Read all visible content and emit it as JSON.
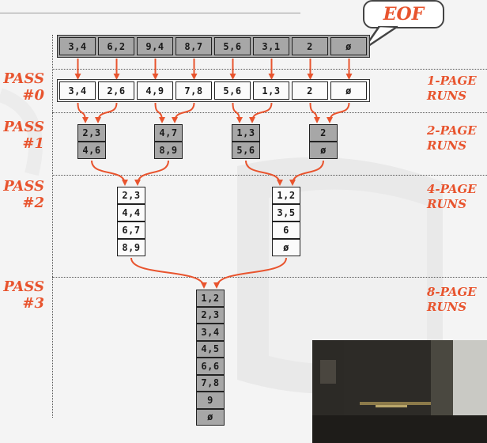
{
  "bubble": {
    "text": "EOF"
  },
  "left_labels": [
    {
      "line1": "PASS",
      "line2": "#0"
    },
    {
      "line1": "PASS",
      "line2": "#1"
    },
    {
      "line1": "PASS",
      "line2": "#2"
    },
    {
      "line1": "PASS",
      "line2": "#3"
    }
  ],
  "right_labels": [
    {
      "line1": "1-PAGE",
      "line2": "RUNS"
    },
    {
      "line1": "2-PAGE",
      "line2": "RUNS"
    },
    {
      "line1": "4-PAGE",
      "line2": "RUNS"
    },
    {
      "line1": "8-PAGE",
      "line2": "RUNS"
    }
  ],
  "input_file": [
    "3,4",
    "6,2",
    "9,4",
    "8,7",
    "5,6",
    "3,1",
    "2",
    "ø"
  ],
  "pass0_runs": [
    "3,4",
    "2,6",
    "4,9",
    "7,8",
    "5,6",
    "1,3",
    "2",
    "ø"
  ],
  "pass1_runs": [
    [
      "2,3",
      "4,6"
    ],
    [
      "4,7",
      "8,9"
    ],
    [
      "1,3",
      "5,6"
    ],
    [
      "2",
      "ø"
    ]
  ],
  "pass2_runs": [
    [
      "2,3",
      "4,4",
      "6,7",
      "8,9"
    ],
    [
      "1,2",
      "3,5",
      "6",
      "ø"
    ]
  ],
  "pass3_run": [
    "1,2",
    "2,3",
    "3,4",
    "4,5",
    "6,6",
    "7,8",
    "9",
    "ø"
  ],
  "colors": {
    "arrow": "#e8542e",
    "label": "#e8542e",
    "page_gray": "#a7a7a7",
    "page_white": "#fbfbfb"
  }
}
